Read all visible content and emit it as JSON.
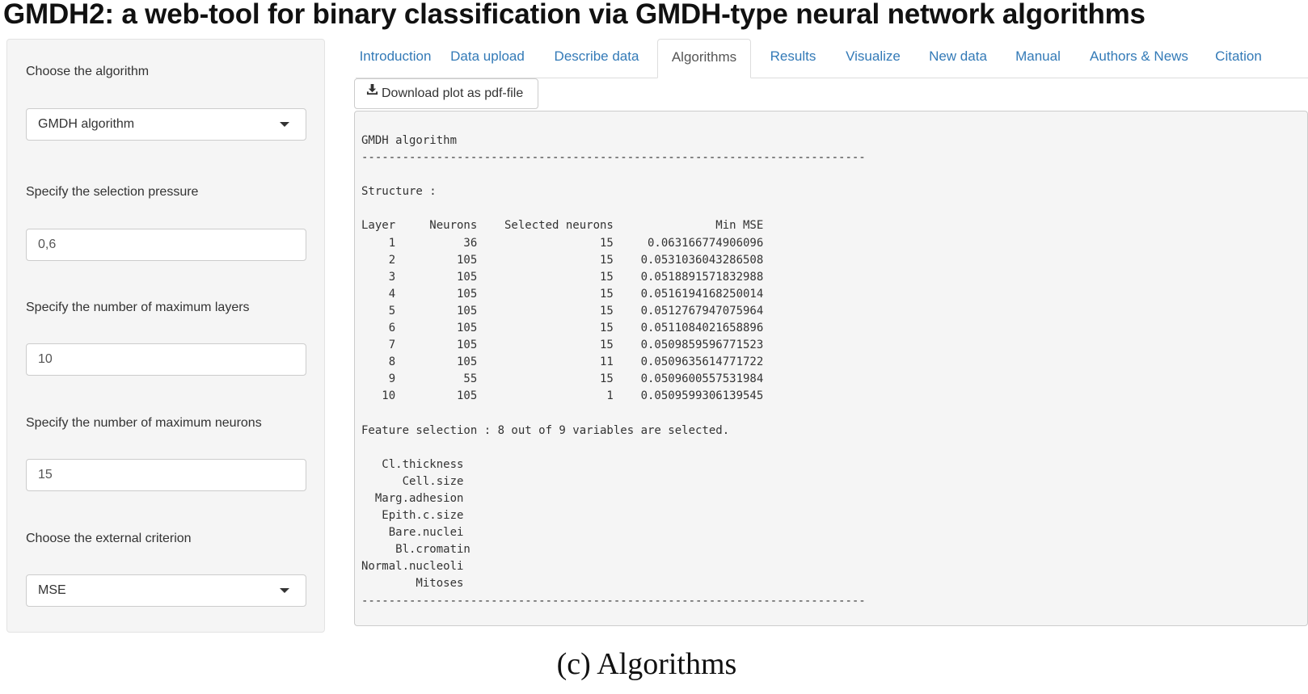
{
  "app_title": "GMDH2: a web-tool for binary classification via GMDH-type neural network algorithms",
  "sidebar": {
    "algorithm_label": "Choose the algorithm",
    "algorithm_value": "GMDH algorithm",
    "pressure_label": "Specify the selection pressure",
    "pressure_value": "0,6",
    "layers_label": "Specify the number of maximum layers",
    "layers_value": "10",
    "neurons_label": "Specify the number of maximum neurons",
    "neurons_value": "15",
    "criterion_label": "Choose the external criterion",
    "criterion_value": "MSE"
  },
  "tabs": [
    {
      "label": "Introduction"
    },
    {
      "label": "Data upload"
    },
    {
      "label": "Describe data"
    },
    {
      "label": "Algorithms",
      "active": true
    },
    {
      "label": "Results"
    },
    {
      "label": "Visualize"
    },
    {
      "label": "New data"
    },
    {
      "label": "Manual"
    },
    {
      "label": "Authors & News"
    },
    {
      "label": "Citation"
    }
  ],
  "download_button": {
    "label": "Download plot as pdf-file",
    "icon": "download-icon"
  },
  "output": {
    "text": "GMDH algorithm\n--------------------------------------------------------------------------\n\nStructure :\n\nLayer     Neurons    Selected neurons               Min MSE\n    1          36                  15     0.063166774906096\n    2         105                  15    0.0531036043286508\n    3         105                  15    0.0518891571832988\n    4         105                  15    0.0516194168250014\n    5         105                  15    0.0512767947075964\n    6         105                  15    0.0511084021658896\n    7         105                  15    0.0509859596771523\n    8         105                  11    0.0509635614771722\n    9          55                  15    0.0509600557531984\n   10         105                   1    0.0509599306139545\n\nFeature selection : 8 out of 9 variables are selected.\n\n   Cl.thickness\n      Cell.size\n  Marg.adhesion\n   Epith.c.size\n    Bare.nuclei\n     Bl.cromatin\nNormal.nucleoli\n        Mitoses\n--------------------------------------------------------------------------"
  },
  "caption": "(c) Algorithms",
  "colors": {
    "link": "#337ab7",
    "panel_bg": "#f5f5f5",
    "border": "#cccccc"
  }
}
